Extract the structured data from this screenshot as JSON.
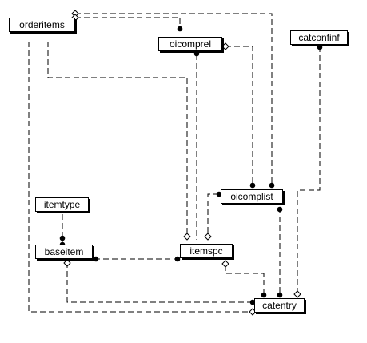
{
  "diagram": {
    "entities": {
      "orderitems": "orderitems",
      "oicomprel": "oicomprel",
      "catconfinf": "catconfinf",
      "oicomplist": "oicomplist",
      "itemtype": "itemtype",
      "baseitem": "baseitem",
      "itemspc": "itemspc",
      "catentry": "catentry"
    },
    "line_style": "dashed",
    "line_color": "#000000",
    "endpoint_markers": {
      "mandatory": "filled-dot",
      "optional": "hollow-diamond"
    }
  }
}
